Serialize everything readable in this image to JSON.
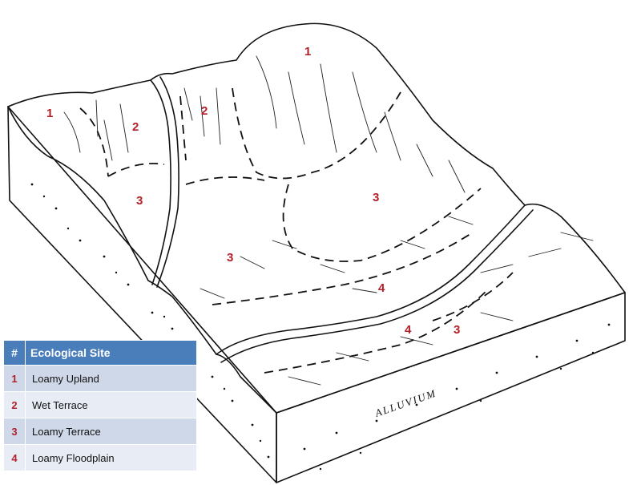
{
  "diagram": {
    "labels": [
      "1",
      "2",
      "1",
      "2",
      "3",
      "3",
      "3",
      "4",
      "4",
      "3"
    ],
    "block_label": "ALLUVIUM"
  },
  "legend": {
    "header_number": "#",
    "header_title": "Ecological Site",
    "rows": [
      {
        "number": "1",
        "name": "Loamy Upland"
      },
      {
        "number": "2",
        "name": "Wet Terrace"
      },
      {
        "number": "3",
        "name": "Loamy Terrace"
      },
      {
        "number": "4",
        "name": "Loamy Floodplain"
      }
    ]
  },
  "colors": {
    "site_number": "#b3202a",
    "legend_header": "#4a7ebb",
    "legend_row_odd": "#cfd8e8",
    "legend_row_even": "#e8edf5"
  }
}
